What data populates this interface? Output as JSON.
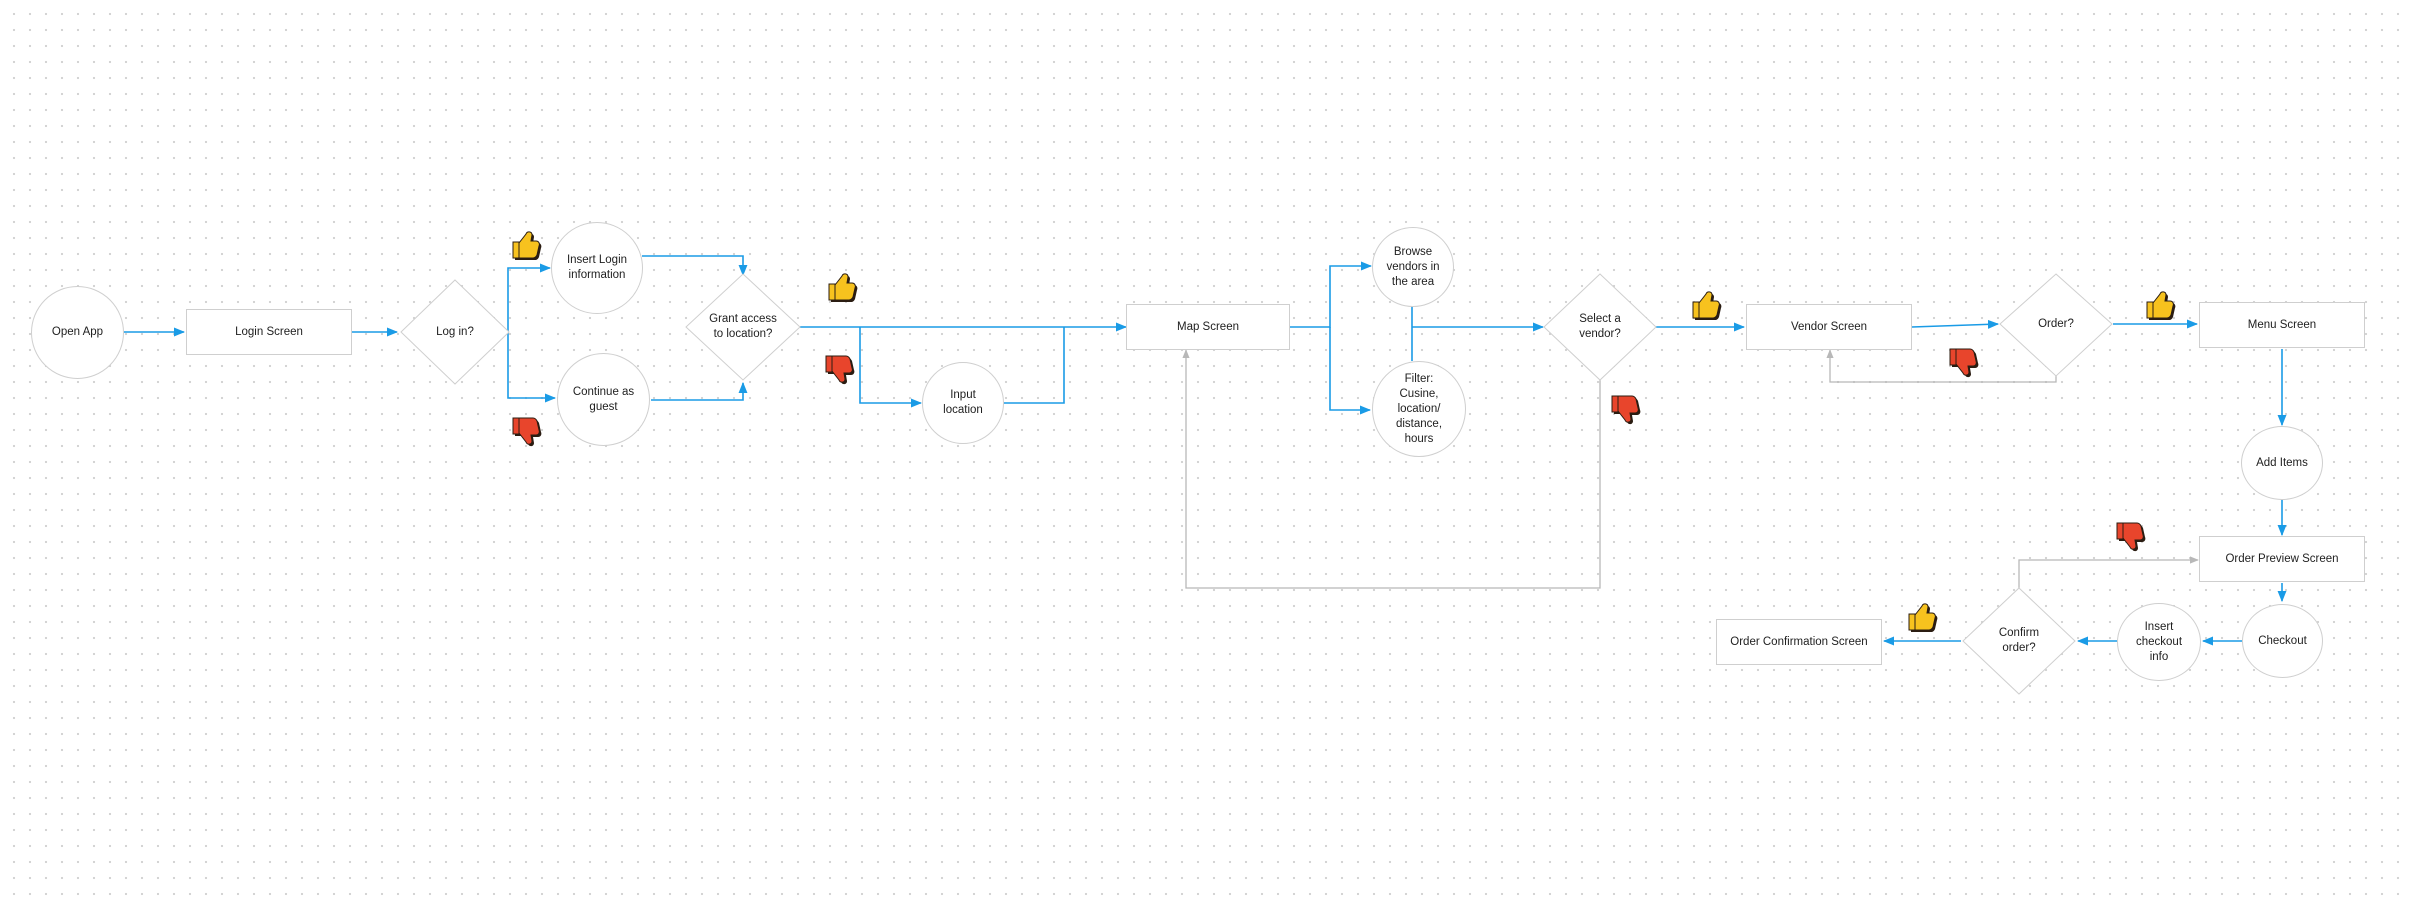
{
  "nodes": {
    "open_app": "Open App",
    "login_screen": "Login Screen",
    "log_in": "Log in?",
    "insert_login": "Insert Login information",
    "continue_guest": "Continue as guest",
    "grant_access": "Grant access to location?",
    "input_location": "Input location",
    "map_screen": "Map Screen",
    "browse_vendors": "Browse vendors in the area",
    "filter": "Filter: Cusine, location/ distance, hours",
    "select_vendor": "Select a vendor?",
    "vendor_screen": "Vendor Screen",
    "order": "Order?",
    "menu_screen": "Menu Screen",
    "add_items": "Add Items",
    "order_preview": "Order Preview Screen",
    "checkout": "Checkout",
    "insert_checkout": "Insert checkout info",
    "confirm_order": "Confirm order?",
    "order_confirmation": "Order Confirmation Screen"
  },
  "icons": {
    "thumbs_up": "thumbs-up-icon",
    "thumbs_down": "thumbs-down-icon"
  },
  "colors": {
    "flow_arrow": "#1a9be6",
    "return_arrow": "#b8b8b8",
    "node_border": "#cfcfcf",
    "thumbs_up": "#f7c21e",
    "thumbs_down": "#e8452c"
  }
}
